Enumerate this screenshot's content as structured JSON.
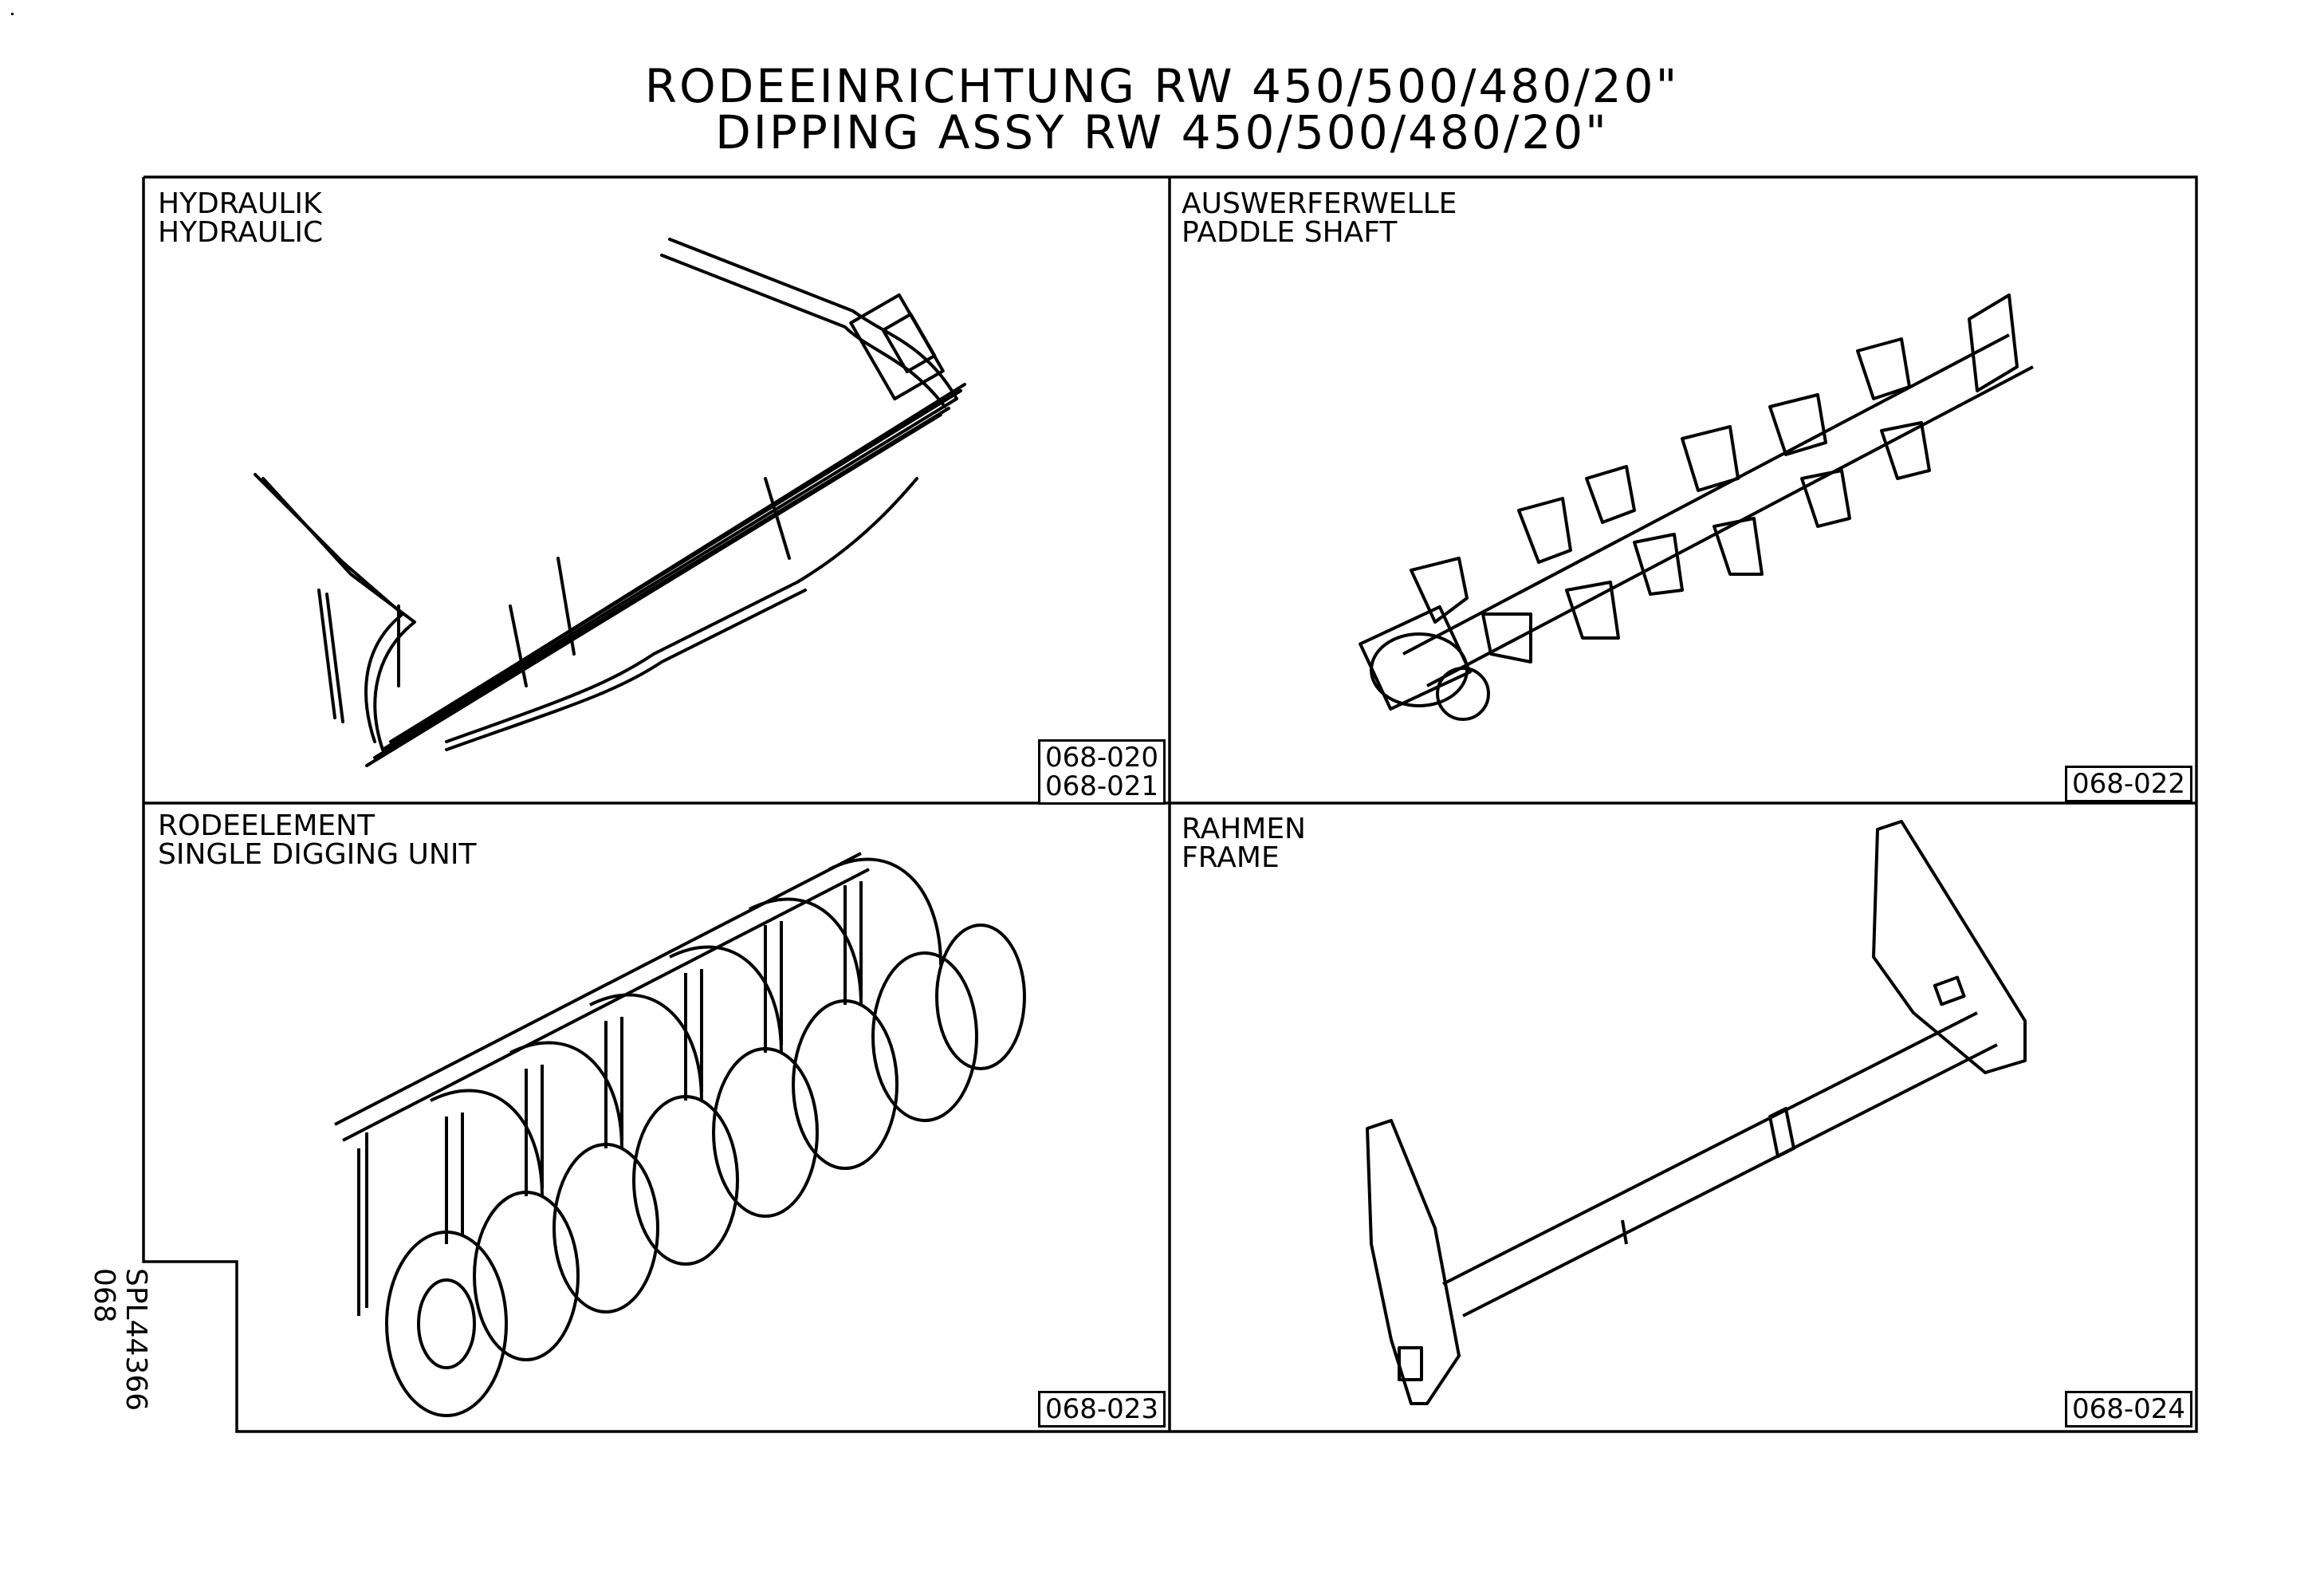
{
  "title": {
    "line1": "RODEEINRICHTUNG RW 450/500/480/20\"",
    "line2": "DIPPING ASSY RW 450/500/480/20\""
  },
  "panels": [
    {
      "label_de": "HYDRAULIK",
      "label_en": "HYDRAULIC",
      "refs": [
        "068-020",
        "068-021"
      ],
      "icon": "hydraulic-hoses-drawing"
    },
    {
      "label_de": "AUSWERFERWELLE",
      "label_en": "PADDLE SHAFT",
      "refs": [
        "068-022"
      ],
      "icon": "paddle-shaft-drawing"
    },
    {
      "label_de": "RODEELEMENT",
      "label_en": "SINGLE DIGGING UNIT",
      "refs": [
        "068-023"
      ],
      "icon": "digging-unit-drawing"
    },
    {
      "label_de": "RAHMEN",
      "label_en": "FRAME",
      "refs": [
        "068-024"
      ],
      "icon": "frame-drawing"
    }
  ],
  "side_code": {
    "line1": "SPL44366",
    "line2": "068"
  }
}
